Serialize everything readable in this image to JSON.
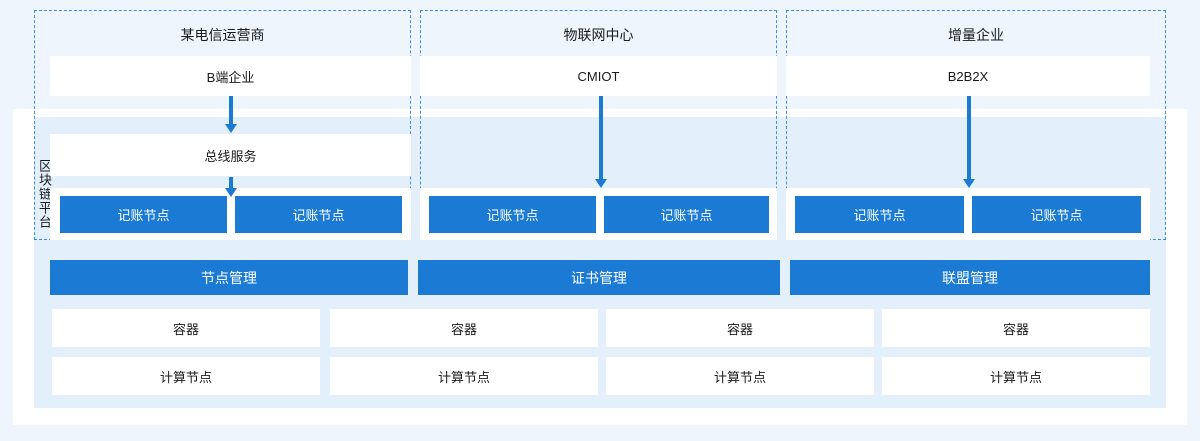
{
  "platform": {
    "vertical_label": "区块链平台"
  },
  "columns": [
    {
      "org_title": "某电信运营商",
      "entity": "B端企业",
      "bus_service": "总线服务",
      "ledger_nodes": [
        "记账节点",
        "记账节点"
      ],
      "management": "节点管理"
    },
    {
      "org_title": "物联网中心",
      "entity": "CMIOT",
      "bus_service": null,
      "ledger_nodes": [
        "记账节点",
        "记账节点"
      ],
      "management": "证书管理"
    },
    {
      "org_title": "增量企业",
      "entity": "B2B2X",
      "bus_service": null,
      "ledger_nodes": [
        "记账节点",
        "记账节点"
      ],
      "management": "联盟管理"
    }
  ],
  "infrastructure": {
    "containers": [
      "容器",
      "容器",
      "容器",
      "容器"
    ],
    "compute_nodes": [
      "计算节点",
      "计算节点",
      "计算节点",
      "计算节点"
    ]
  },
  "colors": {
    "accent_blue": "#1a7ad4",
    "panel_blue": "#e3f0fc",
    "page_background": "#eef5fd",
    "dashed_border": "#3d8fdc"
  }
}
